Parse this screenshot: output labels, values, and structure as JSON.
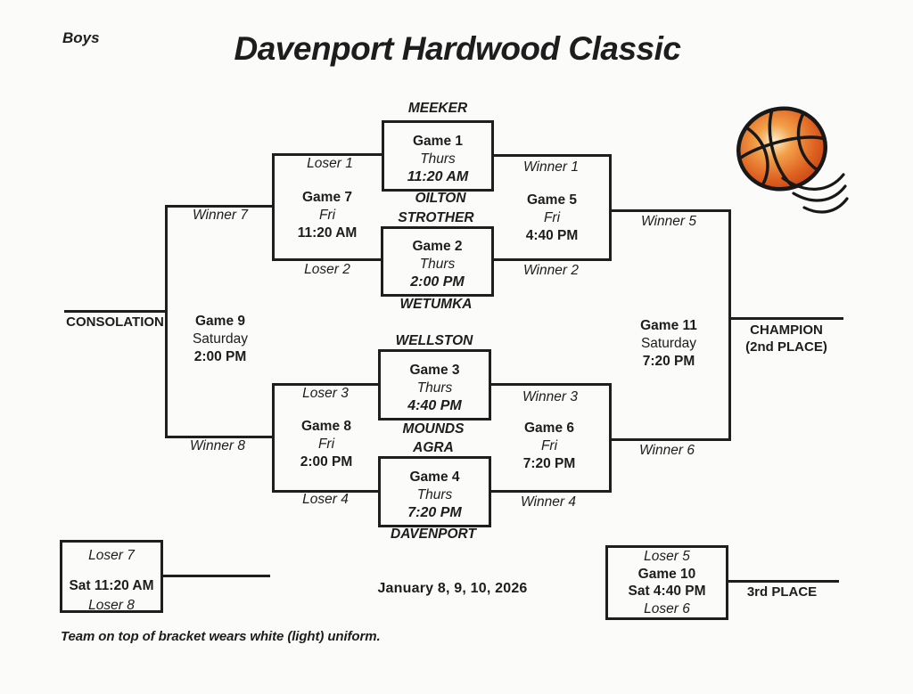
{
  "page": {
    "division": "Boys",
    "title": "Davenport Hardwood Classic",
    "dates": "January 8, 9, 10, 2026",
    "footnote": "Team on top of bracket wears white (light) uniform.",
    "consolation": "CONSOLATION",
    "champion_line1": "CHAMPION",
    "champion_line2": "(2nd PLACE)",
    "third_place": "3rd PLACE"
  },
  "colors": {
    "ink": "#1e1e1e",
    "ball_orange": "#dd5f20"
  },
  "games": {
    "g1": {
      "label": "Game 1",
      "day": "Thurs",
      "time": "11:20 AM",
      "top_team": "MEEKER",
      "bottom_team": "OILTON"
    },
    "g2": {
      "label": "Game 2",
      "day": "Thurs",
      "time": "2:00 PM",
      "top_team": "STROTHER",
      "bottom_team": "WETUMKA"
    },
    "g3": {
      "label": "Game 3",
      "day": "Thurs",
      "time": "4:40 PM",
      "top_team": "WELLSTON",
      "bottom_team": "MOUNDS"
    },
    "g4": {
      "label": "Game 4",
      "day": "Thurs",
      "time": "7:20 PM",
      "top_team": "AGRA",
      "bottom_team": "DAVENPORT"
    },
    "g5": {
      "label": "Game 5",
      "day": "Fri",
      "time": "4:40 PM",
      "top_feed": "Winner 1",
      "bottom_feed": "Winner 2",
      "winner_label": "Winner 5"
    },
    "g6": {
      "label": "Game 6",
      "day": "Fri",
      "time": "7:20 PM",
      "top_feed": "Winner 3",
      "bottom_feed": "Winner 4",
      "winner_label": "Winner 6"
    },
    "g7": {
      "label": "Game 7",
      "day": "Fri",
      "time": "11:20 AM",
      "top_feed": "Loser 1",
      "bottom_feed": "Loser 2",
      "winner_label": "Winner 7"
    },
    "g8": {
      "label": "Game 8",
      "day": "Fri",
      "time": "2:00 PM",
      "top_feed": "Loser 3",
      "bottom_feed": "Loser 4",
      "winner_label": "Winner 8"
    },
    "g9": {
      "label": "Game 9",
      "day": "Saturday",
      "time": "2:00 PM"
    },
    "g10": {
      "label": "Game 10",
      "time": "Sat 4:40 PM",
      "top_feed": "Loser 5",
      "bottom_feed": "Loser 6"
    },
    "g11": {
      "label": "Game 11",
      "day": "Saturday",
      "time": "7:20 PM"
    },
    "g12": {
      "time": "Sat 11:20 AM",
      "top_feed": "Loser 7",
      "bottom_feed": "Loser 8"
    }
  }
}
